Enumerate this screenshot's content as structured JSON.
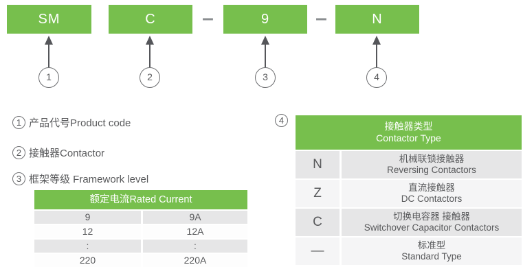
{
  "colors": {
    "accent_green": "#77BF4D",
    "row_gray": "#E6E6E7",
    "row_light": "#F5F5F6",
    "text_gray": "#58595B"
  },
  "model_code": {
    "segments": [
      {
        "ref": "1",
        "text": "SM"
      },
      {
        "ref": "2",
        "text": "C"
      },
      {
        "ref": "3",
        "text": "9"
      },
      {
        "ref": "4",
        "text": "N"
      }
    ],
    "separators": [
      "–",
      "–"
    ]
  },
  "legend": {
    "items": [
      {
        "ref": "1",
        "label": "产品代号Product code"
      },
      {
        "ref": "2",
        "label": "接触器Contactor"
      },
      {
        "ref": "3",
        "label": "框架等级 Framework level"
      }
    ],
    "item4_ref": "4"
  },
  "rated_current_table": {
    "header": "额定电流Rated Current",
    "rows": [
      [
        "9",
        "9A"
      ],
      [
        "12",
        "12A"
      ],
      [
        ":",
        ":"
      ],
      [
        "220",
        "220A"
      ]
    ]
  },
  "contactor_type_table": {
    "header_zh": "接触器类型",
    "header_en": "Contactor Type",
    "rows": [
      {
        "code": "N",
        "zh": "机械联锁接触器",
        "en": "Reversing Contactors"
      },
      {
        "code": "Z",
        "zh": "直流接触器",
        "en": "DC Contactors"
      },
      {
        "code": "C",
        "zh": "切换电容器 接触器",
        "en": "Switchover Capacitor Contactors"
      },
      {
        "code": "—",
        "zh": "标准型",
        "en": "Standard Type"
      }
    ]
  }
}
